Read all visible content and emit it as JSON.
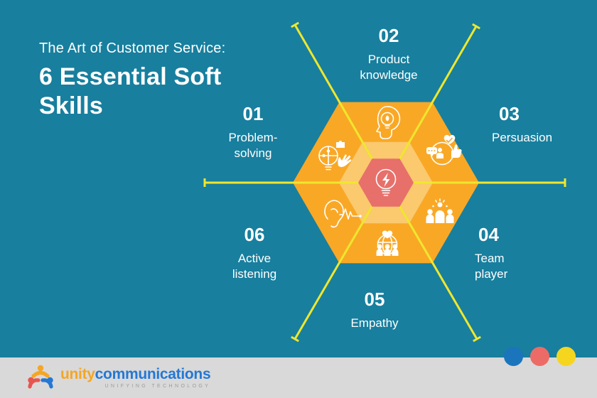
{
  "title": {
    "kicker": "The Art of Customer Service:",
    "heading": "6 Essential Soft\nSkills"
  },
  "skills": [
    {
      "number": "01",
      "label": "Problem-\nsolving",
      "icon": "problem-solving-icon"
    },
    {
      "number": "02",
      "label": "Product\nknowledge",
      "icon": "product-knowledge-icon"
    },
    {
      "number": "03",
      "label": "Persuasion",
      "icon": "persuasion-icon"
    },
    {
      "number": "04",
      "label": "Team\nplayer",
      "icon": "team-player-icon"
    },
    {
      "number": "05",
      "label": "Empathy",
      "icon": "empathy-icon"
    },
    {
      "number": "06",
      "label": "Active\nlistening",
      "icon": "active-listening-icon"
    }
  ],
  "diagram": {
    "center_icon": "lightbulb-bolt-icon",
    "shape": "hexagon"
  },
  "footer": {
    "brand_first": "unity",
    "brand_second": "communications",
    "tagline": "UNIFYING TECHNOLOGY"
  },
  "colors": {
    "background": "#187F9E",
    "hexagon": "#F9A826",
    "hexagon_light": "#FBC96E",
    "hexagon_center": "#E7706B",
    "line": "#EFE72D",
    "footer_bg": "#D9D9D9",
    "dot_blue": "#1B75BC",
    "dot_red": "#ED6B66",
    "dot_yellow": "#F6D51F",
    "brand_orange": "#F5A623",
    "brand_blue": "#2478D4",
    "tagline_gray": "#9C9C9C",
    "text_white": "#FFFFFF"
  }
}
